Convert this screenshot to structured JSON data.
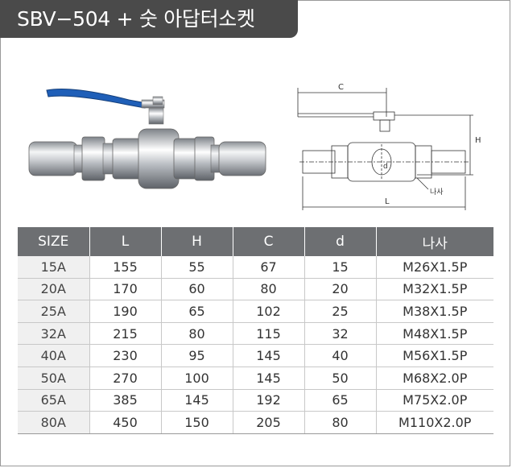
{
  "title": "SBV−504 + 숫 아답터소켓",
  "drawing": {
    "label_c": "C",
    "label_h": "H",
    "label_d": "d",
    "label_l": "L",
    "label_thread": "나사"
  },
  "table": {
    "headers": [
      "SIZE",
      "L",
      "H",
      "C",
      "d",
      "나사"
    ],
    "rows": [
      [
        "15A",
        "155",
        "55",
        "67",
        "15",
        "M26X1.5P"
      ],
      [
        "20A",
        "170",
        "60",
        "80",
        "20",
        "M32X1.5P"
      ],
      [
        "25A",
        "190",
        "65",
        "102",
        "25",
        "M38X1.5P"
      ],
      [
        "32A",
        "215",
        "80",
        "115",
        "32",
        "M48X1.5P"
      ],
      [
        "40A",
        "230",
        "95",
        "145",
        "40",
        "M56X1.5P"
      ],
      [
        "50A",
        "270",
        "100",
        "145",
        "50",
        "M68X2.0P"
      ],
      [
        "65A",
        "385",
        "145",
        "192",
        "65",
        "M75X2.0P"
      ],
      [
        "80A",
        "450",
        "150",
        "205",
        "80",
        "M110X2.0P"
      ]
    ]
  },
  "colors": {
    "title_bg": "#4a4a4a",
    "header_bg": "#6d6f72",
    "handle_blue": "#1f5fb8"
  }
}
